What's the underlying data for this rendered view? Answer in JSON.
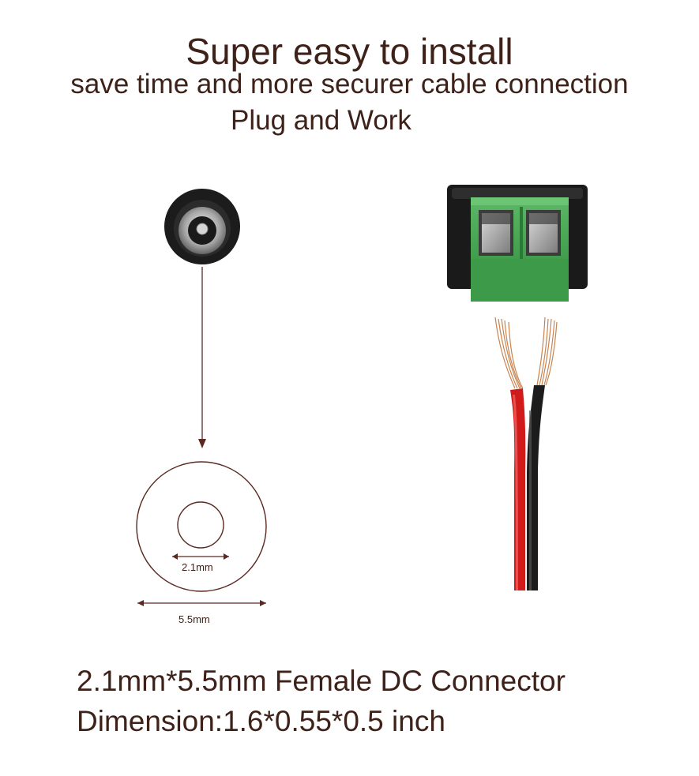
{
  "header": {
    "title": "Super easy to install",
    "subtitle": "save time and more securer cable connection",
    "tagline": "Plug and Work"
  },
  "diagram": {
    "inner_diameter_label": "2.1mm",
    "outer_diameter_label": "5.5mm",
    "line_color": "#5a2a22"
  },
  "footer": {
    "product_line": "2.1mm*5.5mm Female DC Connector",
    "dimension_line": "Dimension:1.6*0.55*0.5 inch"
  },
  "colors": {
    "text": "#3e2219",
    "terminal_green": "#3f9a4a",
    "connector_black": "#1a1a1a",
    "wire_red": "#d11a1a",
    "wire_black": "#1c1c1c",
    "copper": "#c9834f"
  }
}
